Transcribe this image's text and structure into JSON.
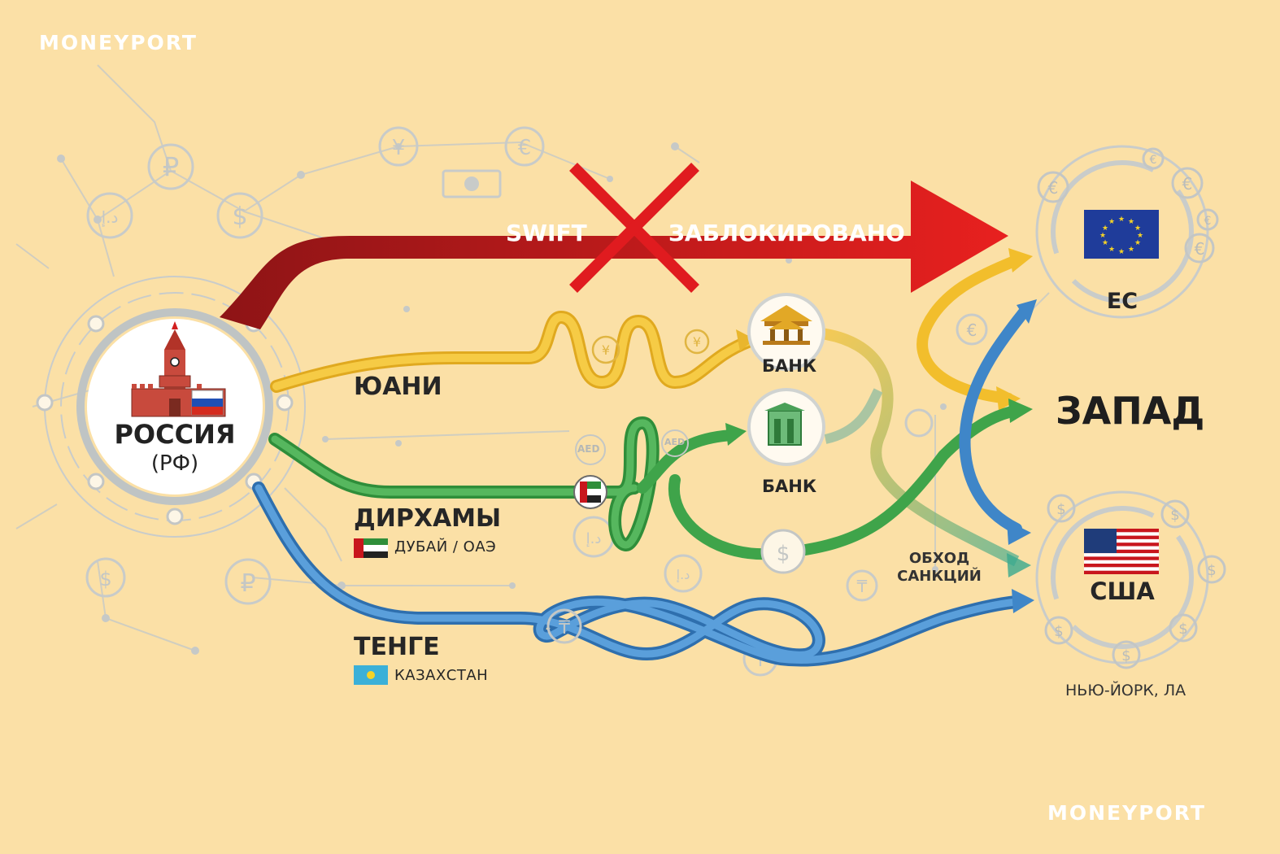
{
  "brand": {
    "logo_top": "MONEYPORT",
    "logo_bottom": "MONEYPORT"
  },
  "origin": {
    "name": "РОССИЯ",
    "abbr": "(РФ)"
  },
  "blocked_route": {
    "label_left": "SWIFT",
    "label_right": "ЗАБЛОКИРОВАНО",
    "color": "#c8161d"
  },
  "routes": [
    {
      "id": "yuan",
      "label": "ЮАНИ",
      "color": "#f2be2c"
    },
    {
      "id": "dirham",
      "label": "ДИРХАМЫ",
      "sublabel": "ДУБАЙ / ОАЭ",
      "color": "#3fa44a"
    },
    {
      "id": "tenge",
      "label": "ТЕНГЕ",
      "sublabel": "КАЗАХСТАН",
      "color": "#3f86c8"
    }
  ],
  "banks": [
    {
      "label": "БАНК"
    },
    {
      "label": "БАНК"
    }
  ],
  "bypass_label": {
    "line1": "ОБХОД",
    "line2": "САНКЦИЙ"
  },
  "destinations": {
    "eu": {
      "label": "ЕС",
      "color": "#1f3c9a"
    },
    "west": {
      "label": "ЗАПАД"
    },
    "usa": {
      "label": "США",
      "city": "НЬЮ-ЙОРК, ЛА"
    }
  },
  "currency_badges": {
    "aed": "AED",
    "aed2": "AED"
  }
}
